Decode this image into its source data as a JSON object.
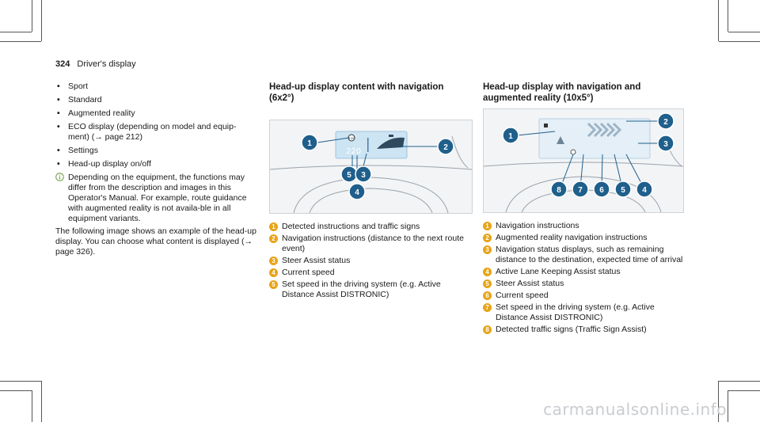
{
  "header": {
    "page_number": "324",
    "section": "Driver's display"
  },
  "col1": {
    "bullets": [
      "Sport",
      "Standard",
      "Augmented reality",
      "ECO display (depending on model and equip‐ment) (→ page 212)",
      "Settings",
      "Head-up display on/off"
    ],
    "note": "Depending on the equipment, the functions may differ from the description and images in this Operator's Manual. For example, route guidance with augmented reality is not availa‐ble in all equipment variants.",
    "paragraph": "The following image shows an example of the head-up display. You can choose what content is displayed (→ page 326)."
  },
  "col2": {
    "title": "Head-up display content with navigation (6x2°)",
    "hud_speed": "220",
    "callouts": [
      "1",
      "2",
      "3",
      "4",
      "5"
    ],
    "legend": [
      {
        "num": "1",
        "text": "Detected instructions and traffic signs"
      },
      {
        "num": "2",
        "text": "Navigation instructions (distance to the next route event)"
      },
      {
        "num": "3",
        "text": "Steer Assist status"
      },
      {
        "num": "4",
        "text": "Current speed"
      },
      {
        "num": "5",
        "text": "Set speed in the driving system (e.g. Active Distance Assist DISTRONIC)"
      }
    ]
  },
  "col3": {
    "title": "Head-up display with navigation and augmented reality (10x5°)",
    "callouts": [
      "1",
      "2",
      "3",
      "4",
      "5",
      "6",
      "7",
      "8"
    ],
    "legend": [
      {
        "num": "1",
        "text": "Navigation instructions"
      },
      {
        "num": "2",
        "text": "Augmented reality navigation instructions"
      },
      {
        "num": "3",
        "text": "Navigation status displays, such as remaining distance to the destination, expected time of arrival"
      },
      {
        "num": "4",
        "text": "Active Lane Keeping Assist status"
      },
      {
        "num": "5",
        "text": "Steer Assist status"
      },
      {
        "num": "6",
        "text": "Current speed"
      },
      {
        "num": "7",
        "text": "Set speed in the driving system (e.g. Active Distance Assist DISTRONIC)"
      },
      {
        "num": "8",
        "text": "Detected traffic signs (Traffic Sign Assist)"
      }
    ]
  },
  "watermark": "carmanualsonline.info",
  "colors": {
    "badge": "#e8a317",
    "callout": "#1f5f8b",
    "hud": "#cde4f3"
  }
}
